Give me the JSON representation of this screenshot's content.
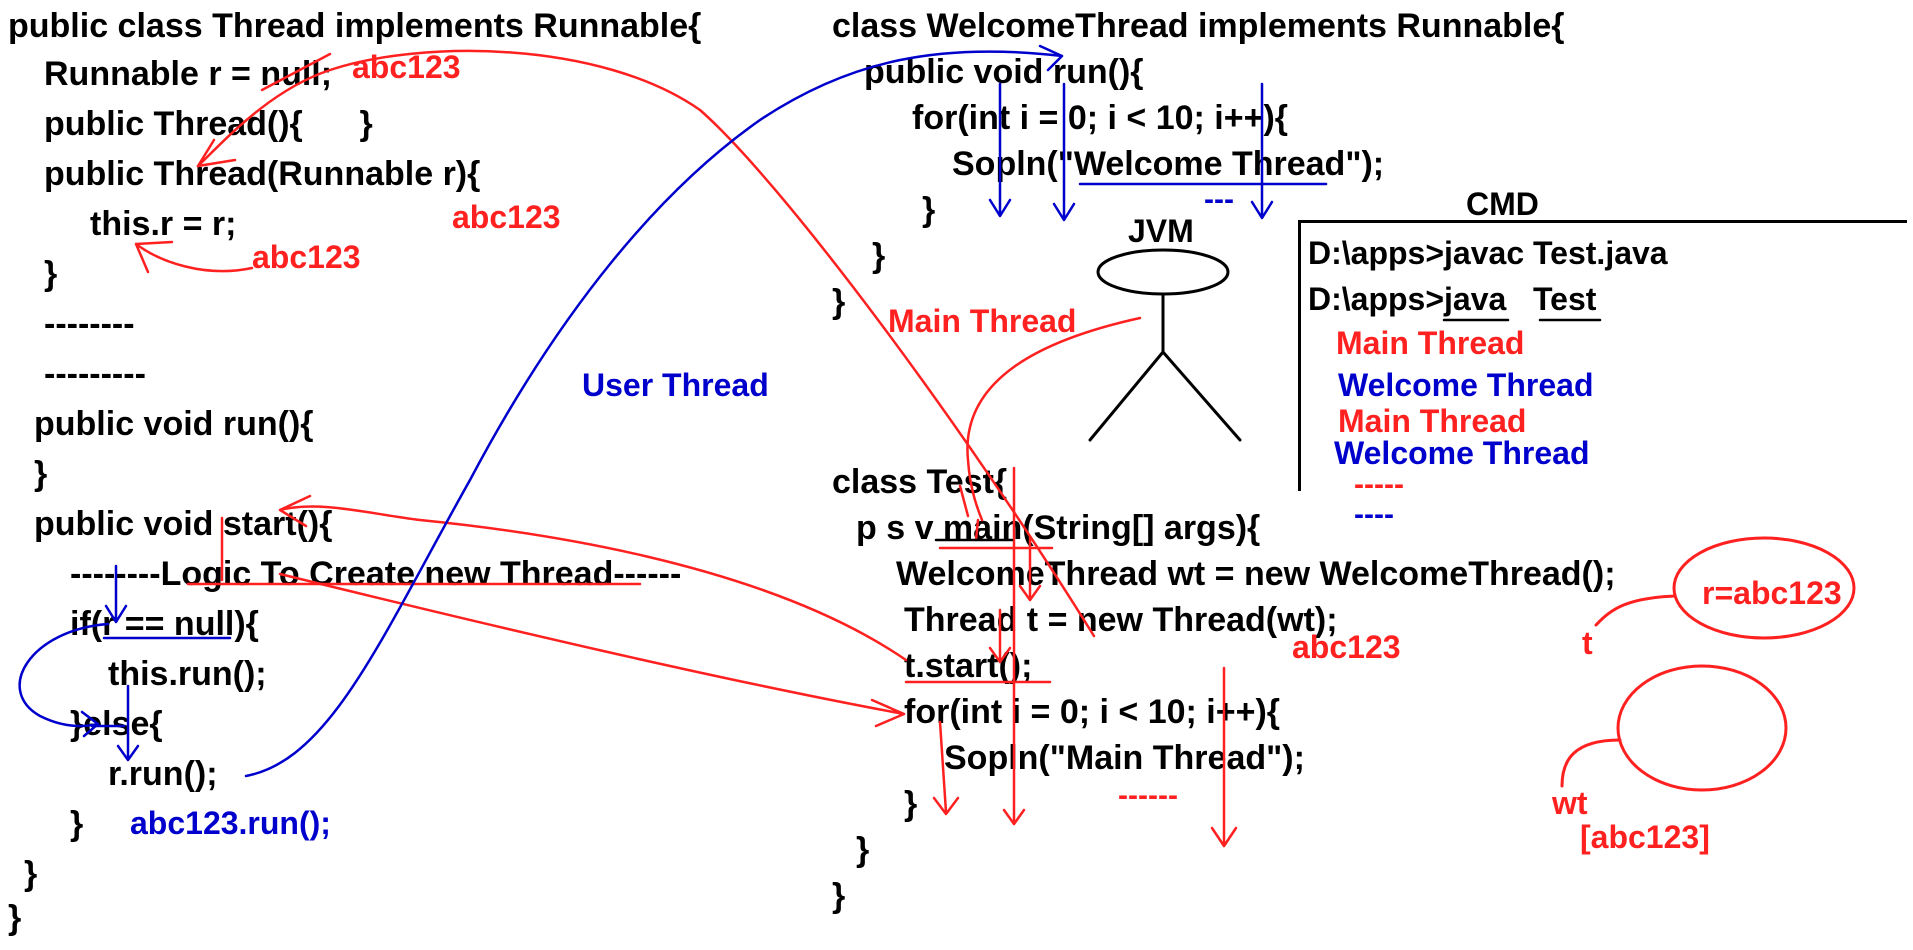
{
  "thread_class": {
    "lines": [
      "public class Thread implements Runnable{",
      "Runnable r = null;",
      "public Thread(){      }",
      "public Thread(Runnable r){",
      "this.r = r;",
      "}",
      "--------",
      "---------",
      "public void run(){",
      "}",
      "public void start(){",
      "--------Logic To Create new Thread------",
      "if(r == null){",
      "this.run();",
      "}else{",
      "r.run();",
      "}",
      "}",
      "}"
    ]
  },
  "welcome_class": {
    "lines": [
      "class WelcomeThread implements Runnable{",
      "public void run(){",
      "for(int i = 0; i < 10; i++){",
      "Sopln(\"Welcome Thread\");",
      "---",
      "}",
      "}",
      "}"
    ]
  },
  "test_class": {
    "lines": [
      "class Test{",
      "p s v main(String[] args){",
      "WelcomeThread wt = new WelcomeThread();",
      "Thread t = new Thread(wt);",
      "t.start();",
      "for(int i = 0; i < 10; i++){",
      "Sopln(\"Main Thread\");",
      "------",
      "}",
      "}",
      "}"
    ]
  },
  "annotations": {
    "abc_1": "abc123",
    "abc_2": "abc123",
    "abc_3": "abc123",
    "abc_4": "abc123",
    "user_thread": "User Thread",
    "main_thread": "Main Thread",
    "abc_run": "abc123.run();",
    "jvm": "JVM",
    "r_eq": "r=abc123",
    "t_label": "t",
    "wt_label": "wt",
    "wt_ref": "[abc123]"
  },
  "cmd": {
    "title": "CMD",
    "lines": [
      "D:\\apps>javac Test.java",
      "D:\\apps>java   Test",
      "Main Thread",
      "Welcome Thread",
      "Main Thread",
      "Welcome Thread",
      "-----",
      "----"
    ]
  },
  "colors": {
    "red": "#ff2020",
    "blue": "#0000cc",
    "black": "#000000"
  }
}
